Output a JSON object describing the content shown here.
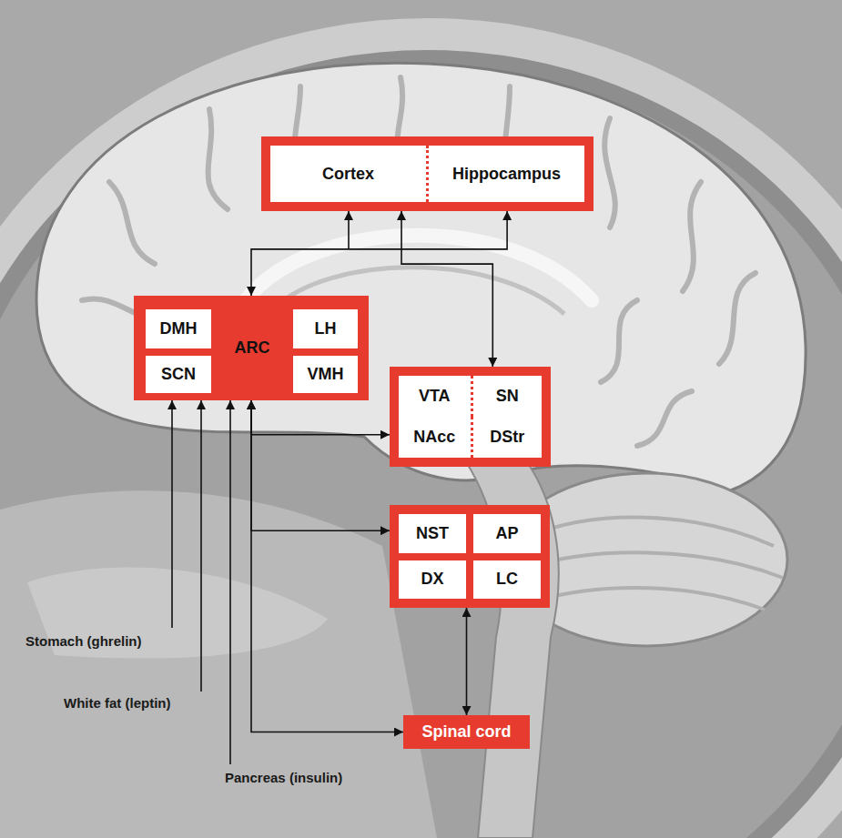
{
  "diagram": {
    "nodes": [
      {
        "text": [
          "Cortex",
          "Hippocampus"
        ]
      },
      {
        "text": [
          "ARC"
        ]
      },
      {
        "text": [
          "DMH"
        ],
        "in": 1
      },
      {
        "text": [
          "LH"
        ],
        "in": 1
      },
      {
        "text": [
          "SCN"
        ],
        "in": 1
      },
      {
        "text": [
          "VMH"
        ],
        "in": 1
      },
      {
        "text": [
          "VTA",
          "SN",
          "NAcc",
          "DStr"
        ]
      },
      {
        "text": [
          "NST",
          "AP",
          "DX",
          "LC"
        ]
      },
      {
        "text": [
          "Spinal cord"
        ]
      }
    ],
    "edges": [
      {
        "from": 1,
        "to": 0,
        "arrow": "both"
      },
      {
        "from": 0,
        "to": 6,
        "arrow": "both"
      },
      {
        "from": 1,
        "to": 6,
        "arrow": "both"
      },
      {
        "from": 1,
        "to": 7,
        "arrow": "both"
      },
      {
        "from": 1,
        "to": 8,
        "arrow": "both"
      },
      {
        "from": 7,
        "to": 8,
        "arrow": "both"
      }
    ],
    "labels": [
      "Stomach (ghrelin)",
      "White fat (leptin)",
      "Pancreas (insulin)"
    ]
  }
}
